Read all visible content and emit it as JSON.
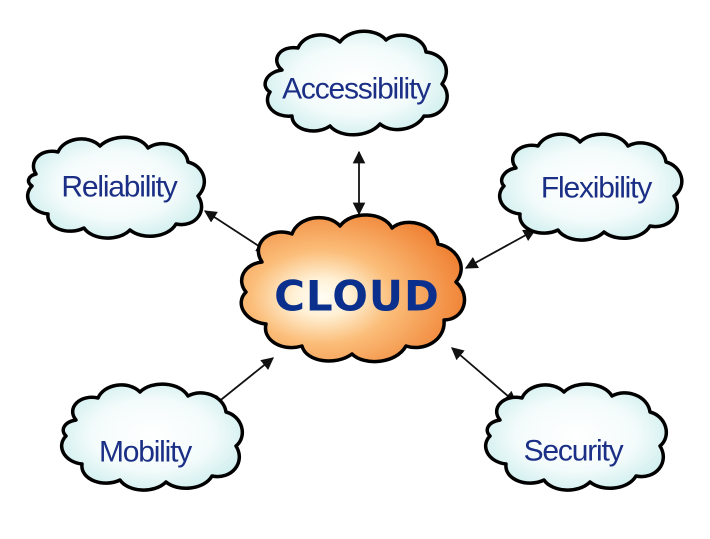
{
  "center": {
    "label": "CLOUD",
    "text_color": "#0a2f8c",
    "fill_inner": "#fffdf5",
    "fill_mid": "#fbbe7a",
    "fill_outer": "#ee7a2b"
  },
  "nodes": {
    "accessibility": {
      "label": "Accessibility"
    },
    "reliability": {
      "label": "Reliability"
    },
    "flexibility": {
      "label": "Flexibility"
    },
    "mobility": {
      "label": "Mobility"
    },
    "security": {
      "label": "Security"
    }
  },
  "colors": {
    "node_text": "#1a2f85",
    "node_fill_inner": "#ffffff",
    "node_fill_outer": "#c9ecec",
    "outline": "#000000",
    "arrow": "#111111"
  }
}
